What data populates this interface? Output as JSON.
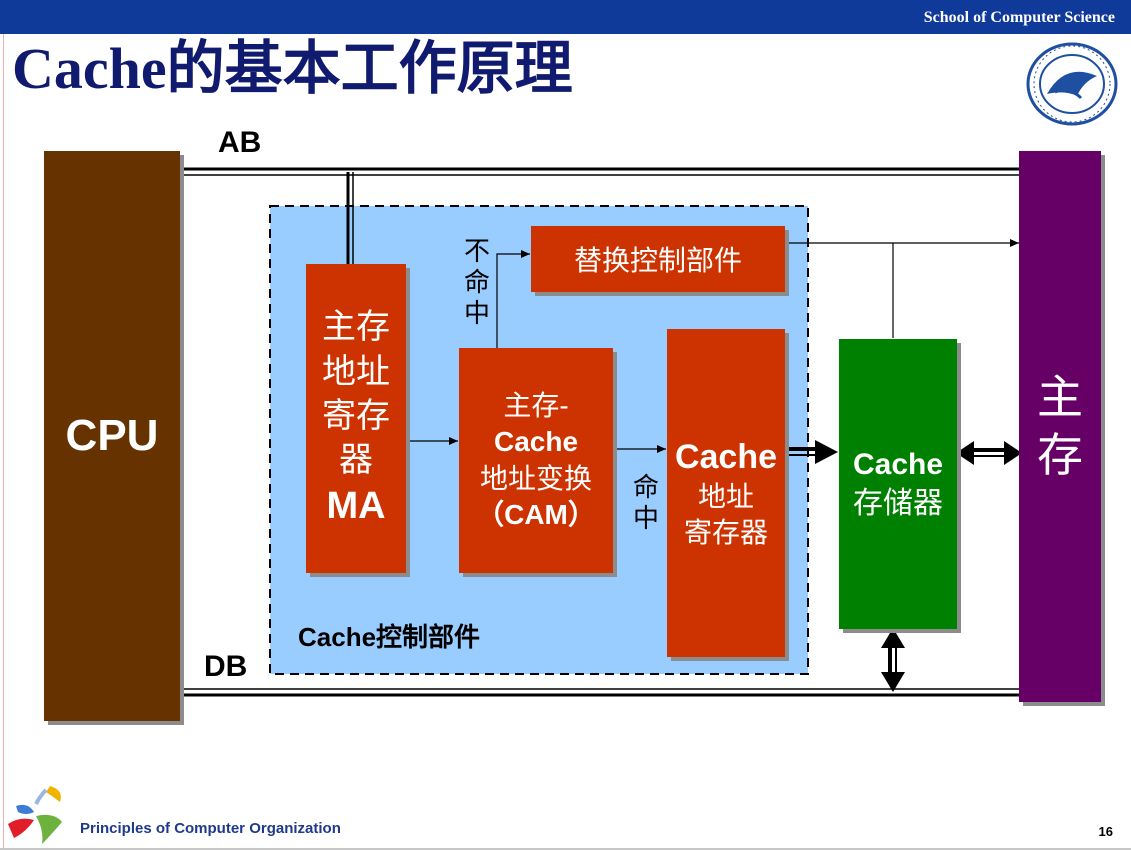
{
  "header": {
    "school": "School of Computer Science"
  },
  "title": "Cache的基本工作原理",
  "bus": {
    "ab": "AB",
    "db": "DB"
  },
  "blocks": {
    "cpu": "CPU",
    "ma_lines": [
      "主存",
      "地址",
      "寄存",
      "器"
    ],
    "ma_abbr": "MA",
    "cam_line1": "主存-",
    "cam_line2": "Cache",
    "cam_line3": "地址变换",
    "cam_line4": "（CAM）",
    "replace": "替换控制部件",
    "car_line1": "Cache",
    "car_line2": "地址",
    "car_line3": "寄存器",
    "storage_line1": "Cache",
    "storage_line2": "存储器",
    "main_memory": [
      "主",
      "存"
    ],
    "control_label": "Cache控制部件"
  },
  "arrows": {
    "miss": [
      "不",
      "命",
      "中"
    ],
    "hit": [
      "命",
      "中"
    ]
  },
  "footer": {
    "course": "Principles of Computer Organization",
    "page": "16"
  },
  "colors": {
    "header": "#103a9a",
    "cpu": "#663300",
    "red_block": "#cc3300",
    "storage": "#008000",
    "main_memory": "#660066",
    "control_area": "#99ccff"
  }
}
